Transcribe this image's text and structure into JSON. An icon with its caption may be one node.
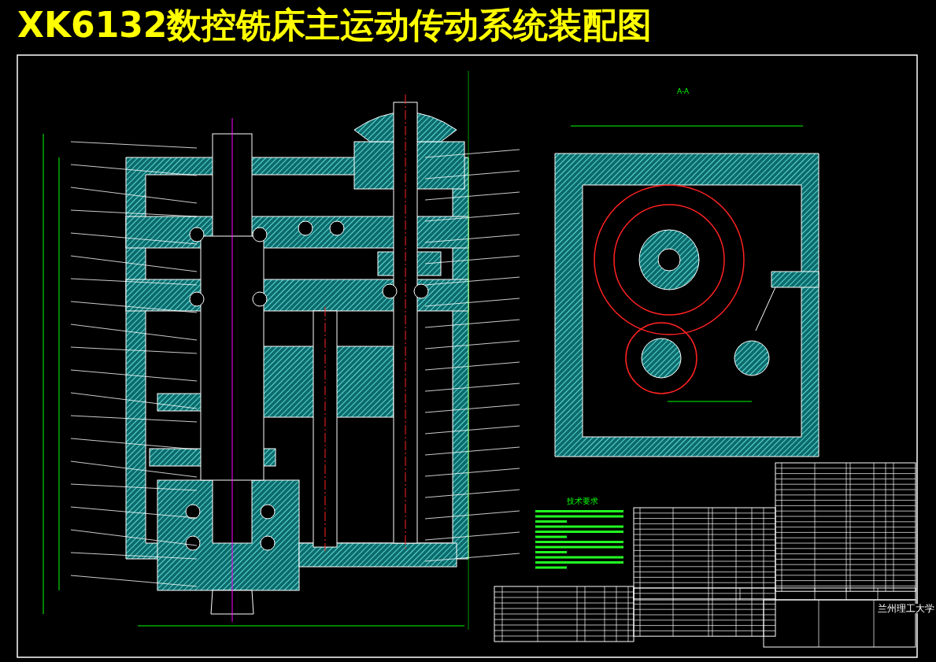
{
  "diagram": {
    "title": "XK6132数控铣床主运动传动系统装配图",
    "labels": [
      "A-A",
      "技术要求",
      "兰州理工大学"
    ]
  }
}
